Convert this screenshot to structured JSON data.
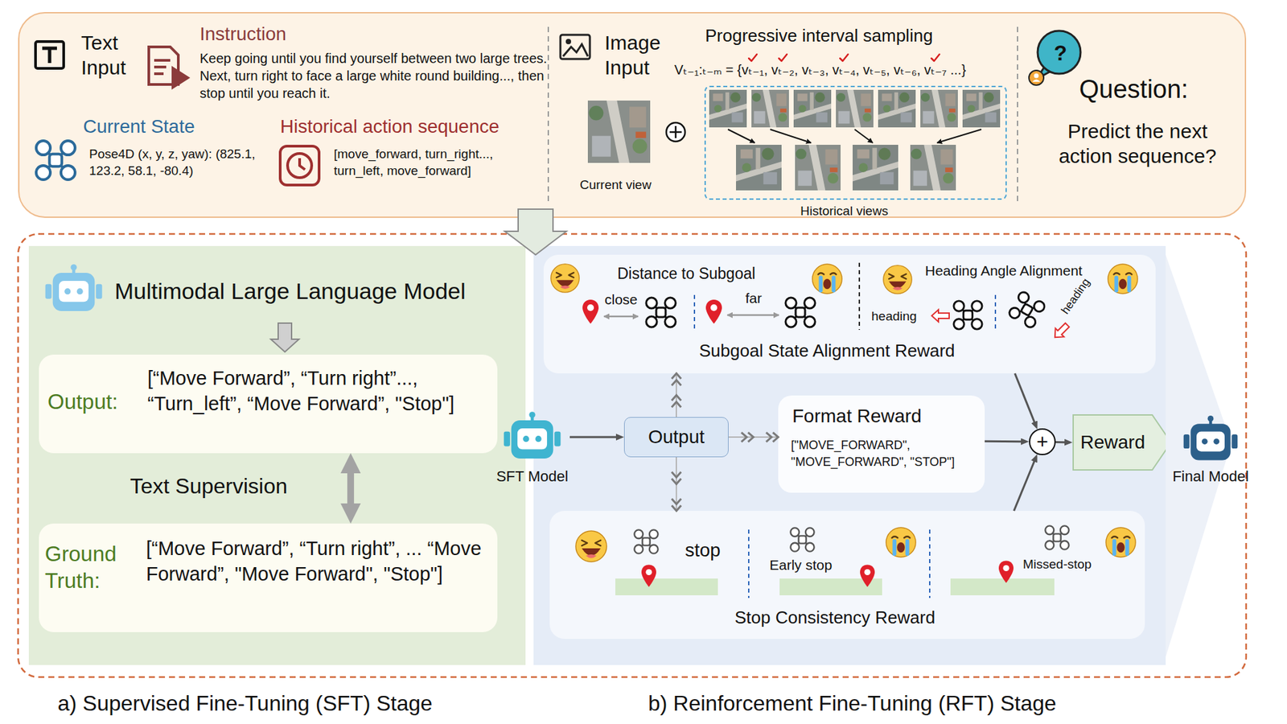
{
  "diagram": {
    "nodes": [
      {
        "text": [
          "Text Input",
          "Instruction",
          "Keep going until you find yourself between two large trees. Next, turn right to face a large white round building..., then stop until you reach it.",
          "Current State",
          "Pose4D (x, y, z, yaw): (825.1, 123.2, 58.1, -80.4)",
          "Historical action sequence",
          "[move_forward, turn_right..., turn_left, move_forward]",
          "Image Input",
          "Progressive interval sampling",
          "Vₜ₋₁:ₜ₋ₘ = {vₜ₋₁, vₜ₋₂, vₜ₋₃, vₜ₋₄, vₜ₋₅, vₜ₋₆, vₜ₋₇ ...}",
          "Current view",
          "?",
          "Question:",
          "Predict the next action sequence?"
        ]
      },
      {
        "text": [
          "Historical views"
        ],
        "in": 0
      },
      {
        "text": [
          "Multimodal Large Language Model",
          "a) Supervised Fine-Tuning (SFT) Stage"
        ]
      },
      {
        "text": [
          "Output:",
          "[“Move Forward”, “Turn right”..., “Turn_left”, “Move Forward”, \"Stop\"]"
        ],
        "in": 2
      },
      {
        "text": [
          "Ground Truth:",
          "[“Move Forward”, “Turn right”, ... “Move Forward”, \"Move Forward\", \"Stop\"]"
        ],
        "in": 2
      },
      {
        "text": [
          "b) Reinforcement Fine-Tuning (RFT) Stage"
        ]
      },
      {
        "text": [
          "Distance to Subgoal",
          "close",
          "far",
          "Heading Angle Alignment",
          "heading",
          "heading",
          "Subgoal State Alignment Reward"
        ],
        "in": 5
      },
      {
        "text": [
          "SFT Model"
        ],
        "in": 5
      },
      {
        "text": [
          "Output"
        ],
        "in": 5
      },
      {
        "text": [
          "Format Reward",
          "[\"MOVE_FORWARD\", \"MOVE_FORWARD\", \"STOP\"]"
        ],
        "in": 5
      },
      {
        "text": [
          "+"
        ],
        "in": 5
      },
      {
        "text": [
          "Reward"
        ],
        "in": 5
      },
      {
        "text": [
          "Final Model"
        ],
        "in": 5
      },
      {
        "text": [
          "stop",
          "Early stop",
          "Missed-stop",
          "Stop Consistency Reward"
        ],
        "in": 5
      }
    ],
    "edges": [
      {
        "from": 3,
        "to": 4,
        "arrow": "both",
        "label": "Text Supervision"
      },
      {
        "from": 7,
        "to": 8,
        "arrow": "to"
      },
      {
        "from": 8,
        "to": 6,
        "arrow": "to"
      },
      {
        "from": 8,
        "to": 9,
        "arrow": "to"
      },
      {
        "from": 8,
        "to": 13,
        "arrow": "to"
      },
      {
        "from": 6,
        "to": 10,
        "arrow": "to"
      },
      {
        "from": 9,
        "to": 10,
        "arrow": "to"
      },
      {
        "from": 13,
        "to": 10,
        "arrow": "to"
      },
      {
        "from": 10,
        "to": 11,
        "arrow": "to"
      }
    ]
  }
}
